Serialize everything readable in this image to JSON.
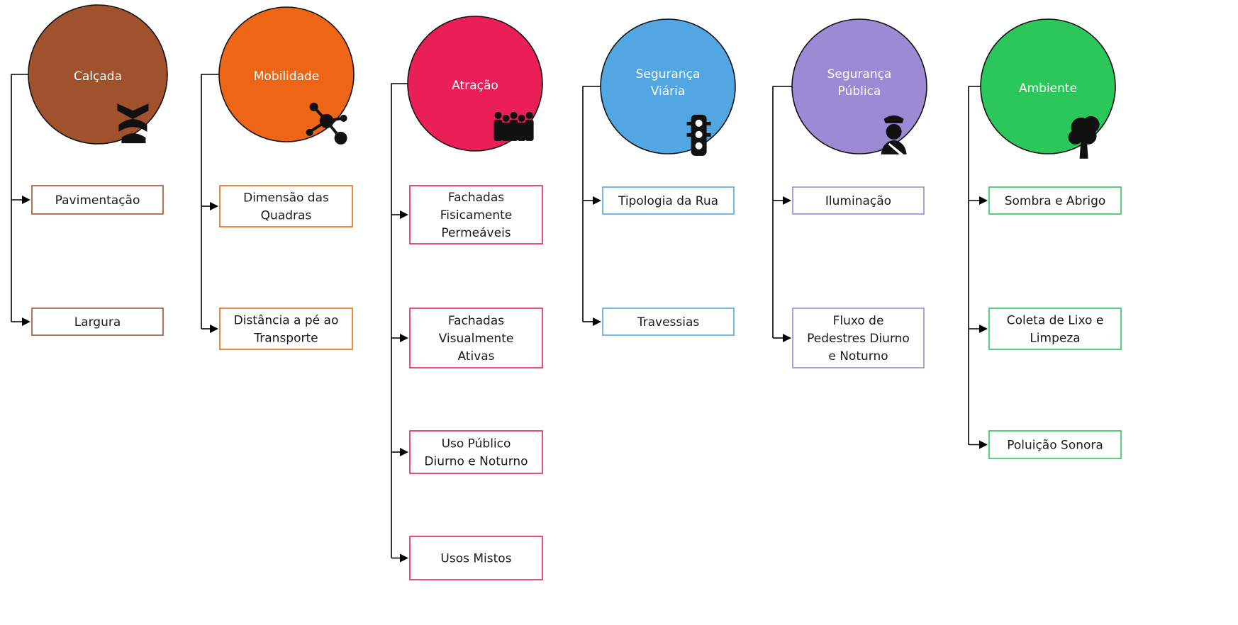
{
  "categories": [
    {
      "id": "calcada",
      "title": [
        "Calçada"
      ],
      "color": "#A0522D",
      "icon": "pavement-icon",
      "items": [
        [
          "Pavimentação"
        ],
        [
          "Largura"
        ]
      ]
    },
    {
      "id": "mobilidade",
      "title": [
        "Mobilidade"
      ],
      "color": "#EE6515",
      "icon": "network-nodes-icon",
      "items": [
        [
          "Dimensão das",
          "Quadras"
        ],
        [
          "Distância a pé ao",
          "Transporte"
        ]
      ]
    },
    {
      "id": "atracao",
      "title": [
        "Atração"
      ],
      "color": "#EA1F58",
      "icon": "crowd-people-icon",
      "items": [
        [
          "Fachadas",
          "Fisicamente",
          "Permeáveis"
        ],
        [
          "Fachadas",
          "Visualmente",
          "Ativas"
        ],
        [
          "Uso Público",
          "Diurno e Noturno"
        ],
        [
          "Usos Mistos"
        ]
      ]
    },
    {
      "id": "seguranca-viaria",
      "title": [
        "Segurança",
        "Viária"
      ],
      "color": "#52A6E1",
      "icon": "traffic-light-icon",
      "items": [
        [
          "Tipologia da Rua"
        ],
        [
          "Travessias"
        ]
      ]
    },
    {
      "id": "seguranca-publica",
      "title": [
        "Segurança",
        "Pública"
      ],
      "color": "#9B8AD4",
      "icon": "police-officer-icon",
      "items": [
        [
          "Iluminação"
        ],
        [
          "Fluxo de",
          "Pedestres Diurno",
          "e Noturno"
        ]
      ]
    },
    {
      "id": "ambiente",
      "title": [
        "Ambiente"
      ],
      "color": "#2CC75A",
      "icon": "tree-icon",
      "items": [
        [
          "Sombra e Abrigo"
        ],
        [
          "Coleta de Lixo e",
          "Limpeza"
        ],
        [
          "Poluição Sonora"
        ]
      ]
    }
  ]
}
